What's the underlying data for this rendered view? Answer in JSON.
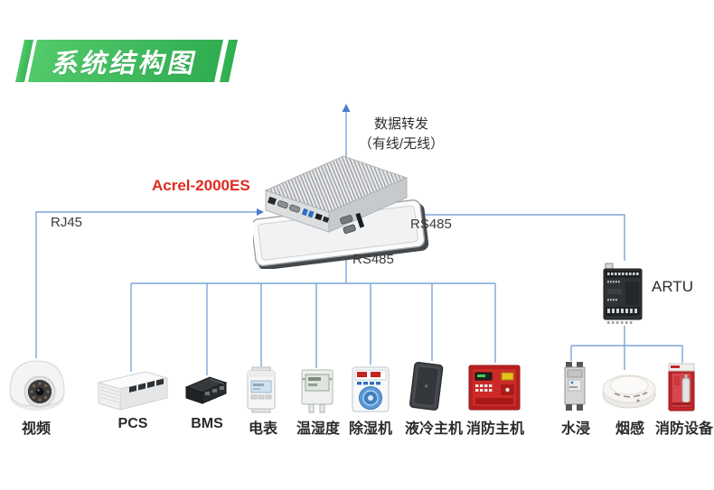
{
  "title": "系统结构图",
  "colors": {
    "banner_green_light": "#53ca6b",
    "banner_green_dark": "#2fad50",
    "line_blue": "#7ba6d8",
    "arrow_blue": "#4a7ec9",
    "gateway_label_red": "#e02a1e",
    "text_dark": "#2b2b2b"
  },
  "gateway": {
    "name": "Acrel-2000ES",
    "icon": "industrial-panel-pc-icon"
  },
  "links": {
    "uplink": {
      "line1": "数据转发",
      "line2": "（有线/无线）"
    },
    "lan": {
      "label": "RJ45"
    },
    "rs485_right": {
      "label": "RS485"
    },
    "rs485_bottom": {
      "label": "RS485"
    }
  },
  "remote_module": {
    "label": "ARTU",
    "icon": "artu-io-module-icon"
  },
  "devices": [
    {
      "label": "视频",
      "icon": "dome-camera-icon"
    },
    {
      "label": "PCS",
      "icon": "pcs-converter-icon"
    },
    {
      "label": "BMS",
      "icon": "bms-unit-icon"
    },
    {
      "label": "电表",
      "icon": "energy-meter-icon"
    },
    {
      "label": "温湿度",
      "icon": "temp-humidity-sensor-icon"
    },
    {
      "label": "除湿机",
      "icon": "dehumidifier-icon"
    },
    {
      "label": "液冷主机",
      "icon": "liquid-cooling-host-icon"
    },
    {
      "label": "消防主机",
      "icon": "fire-alarm-host-icon"
    },
    {
      "label": "水浸",
      "icon": "water-leak-sensor-icon"
    },
    {
      "label": "烟感",
      "icon": "smoke-detector-icon"
    },
    {
      "label": "消防设备",
      "icon": "fire-suppression-device-icon"
    }
  ]
}
